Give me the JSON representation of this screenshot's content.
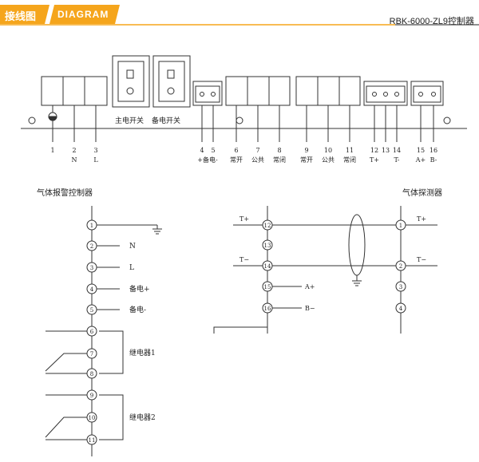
{
  "header": {
    "section_title_cn": "接线图",
    "section_title_en": "DIAGRAM",
    "model": "RBK-6000-ZL9控制器",
    "accent_color": "#f5a51c"
  },
  "panel": {
    "main_switch_label": "主电开关",
    "backup_switch_label": "备电开关",
    "terminals": [
      {
        "num": "1",
        "label": ""
      },
      {
        "num": "2",
        "label": "N"
      },
      {
        "num": "3",
        "label": "L"
      },
      {
        "num": "4",
        "label": "+备电-"
      },
      {
        "num": "5",
        "label": ""
      },
      {
        "num": "6",
        "label": "常开"
      },
      {
        "num": "7",
        "label": "公共"
      },
      {
        "num": "8",
        "label": "常闭"
      },
      {
        "num": "9",
        "label": "常开"
      },
      {
        "num": "10",
        "label": "公共"
      },
      {
        "num": "11",
        "label": "常闭"
      },
      {
        "num": "12",
        "label": "T+"
      },
      {
        "num": "13",
        "label": ""
      },
      {
        "num": "14",
        "label": "T-"
      },
      {
        "num": "15",
        "label": "A+"
      },
      {
        "num": "16",
        "label": "B-"
      }
    ]
  },
  "controller": {
    "title": "气体报警控制器",
    "nodes": [
      {
        "num": "1",
        "label": ""
      },
      {
        "num": "2",
        "label": "N"
      },
      {
        "num": "3",
        "label": "L"
      },
      {
        "num": "4",
        "label": "备电+"
      },
      {
        "num": "5",
        "label": "备电-"
      },
      {
        "num": "6",
        "label": ""
      },
      {
        "num": "7",
        "label": ""
      },
      {
        "num": "8",
        "label": ""
      },
      {
        "num": "9",
        "label": ""
      },
      {
        "num": "10",
        "label": ""
      },
      {
        "num": "11",
        "label": ""
      }
    ],
    "relay1": "继电器1",
    "relay2": "继电器2"
  },
  "detector": {
    "title": "气体探测器",
    "left_nodes": [
      "12",
      "13",
      "14",
      "15",
      "16"
    ],
    "right_nodes": [
      "1",
      "2",
      "3",
      "4"
    ],
    "wire_labels": {
      "t_plus_left": "T+",
      "t_minus_left": "T−",
      "t_plus_right": "T+",
      "t_minus_right": "T−",
      "a_plus": "A+",
      "b_minus": "B−"
    }
  }
}
